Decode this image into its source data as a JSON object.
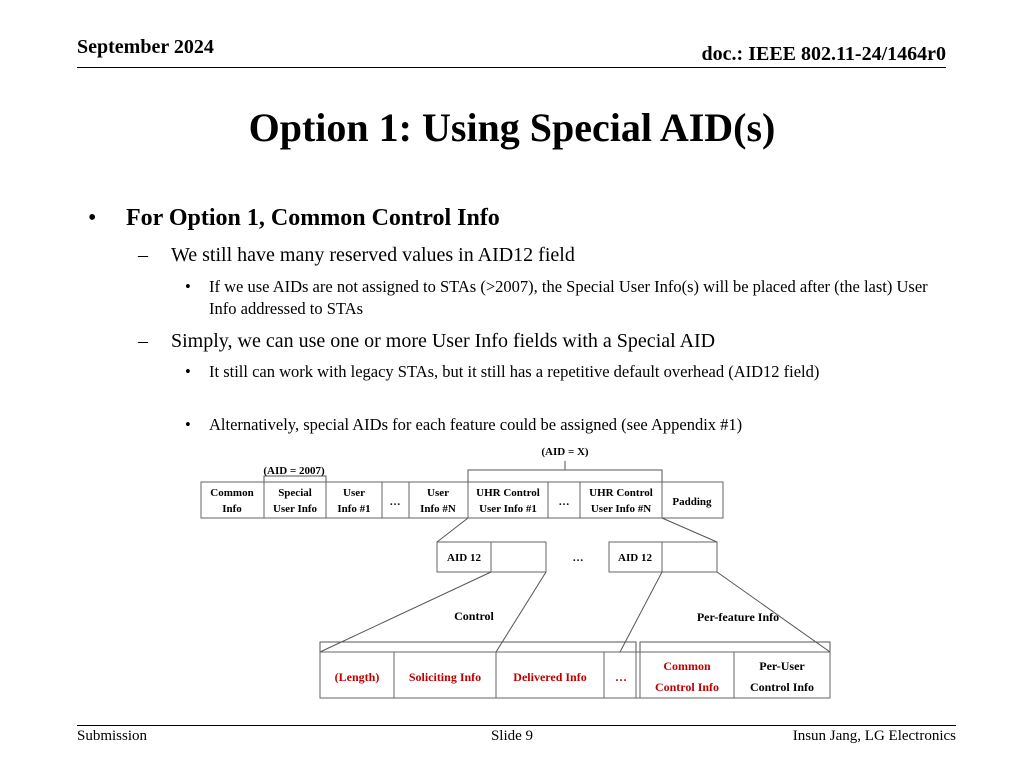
{
  "header": {
    "date": "September 2024",
    "doc_id": "doc.: IEEE 802.11-24/1464r0"
  },
  "title": "Option 1: Using Special AID(s)",
  "bullets": {
    "l1": {
      "symbol": "•",
      "text": "For Option 1, Common Control Info"
    },
    "l2a": {
      "symbol": "–",
      "text": "We still have many reserved values in AID12 field"
    },
    "l3a": {
      "symbol": "•",
      "text": "If we use AIDs are not assigned to STAs (>2007), the Special User Info(s) will be placed after (the last) User Info addressed to STAs"
    },
    "l2b": {
      "symbol": "–",
      "text": "Simply, we can use one or more User Info fields with a Special AID"
    },
    "l3b": {
      "symbol": "•",
      "text": "It still can work with legacy STAs, but it still has a repetitive default overhead (AID12 field)"
    },
    "l3c": {
      "symbol": "•",
      "text": "Alternatively, special AIDs for each feature could be assigned (see Appendix #1)"
    }
  },
  "diagram": {
    "label_aid_2007": "(AID = 2007)",
    "label_aid_x": "(AID = X)",
    "top_row": [
      {
        "line1": "Common",
        "line2": "Info"
      },
      {
        "line1": "Special",
        "line2": "User Info"
      },
      {
        "line1": "User",
        "line2": "Info #1"
      },
      {
        "line1": "…",
        "line2": ""
      },
      {
        "line1": "User",
        "line2": "Info #N"
      },
      {
        "line1": "UHR Control",
        "line2": "User Info #1"
      },
      {
        "line1": "…",
        "line2": ""
      },
      {
        "line1": "UHR Control",
        "line2": "User Info #N"
      },
      {
        "line1": "Padding",
        "line2": ""
      }
    ],
    "mid_left_aid": "AID 12",
    "mid_ellipsis": "…",
    "mid_right_aid": "AID 12",
    "label_control": "Control",
    "label_per_feature": "Per-feature Info",
    "bottom_row": [
      {
        "line1": "(Length)",
        "line2": ""
      },
      {
        "line1": "Soliciting Info",
        "line2": ""
      },
      {
        "line1": "Delivered Info",
        "line2": ""
      },
      {
        "line1": "…",
        "line2": ""
      },
      {
        "line1": "Common",
        "line2": "Control Info"
      },
      {
        "line1": "Per-User",
        "line2": "Control Info"
      }
    ],
    "colors": {
      "red": "#c00000",
      "black": "#000000",
      "grey": "#555555"
    }
  },
  "footer": {
    "left": "Submission",
    "center": "Slide 9",
    "right": "Insun Jang, LG Electronics"
  }
}
